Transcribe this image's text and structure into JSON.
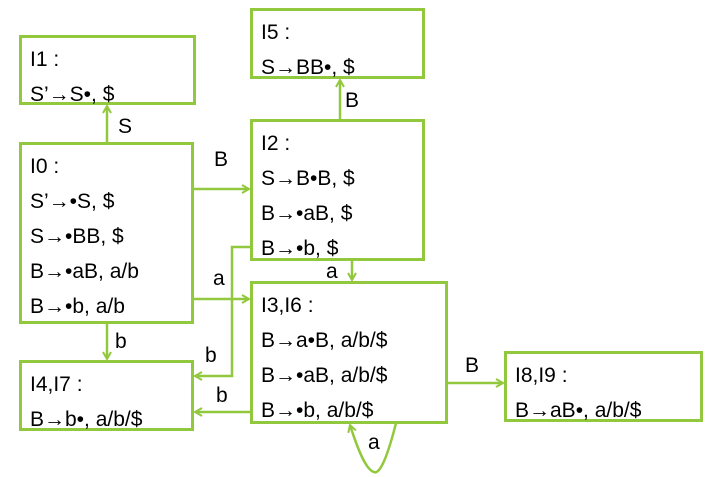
{
  "colors": {
    "edge": "#92c83e",
    "text": "#000000"
  },
  "states": [
    {
      "id": "I1",
      "title": "I1 :",
      "items": [
        "S’→S•, $"
      ]
    },
    {
      "id": "I5",
      "title": "I5 :",
      "items": [
        "S→BB•, $"
      ]
    },
    {
      "id": "I0",
      "title": "I0 :",
      "items": [
        "S’→•S, $",
        "S→•BB, $",
        "B→•aB, a/b",
        "B→•b, a/b"
      ]
    },
    {
      "id": "I2",
      "title": "I2 :",
      "items": [
        "S→B•B, $",
        "B→•aB, $",
        "B→•b, $"
      ]
    },
    {
      "id": "I36",
      "title": "I3,I6 :",
      "items": [
        "B→a•B, a/b/$",
        "B→•aB, a/b/$",
        "B→•b, a/b/$"
      ]
    },
    {
      "id": "I47",
      "title": "I4,I7 :",
      "items": [
        "B→b•, a/b/$"
      ]
    },
    {
      "id": "I89",
      "title": "I8,I9 :",
      "items": [
        "B→aB•, a/b/$"
      ]
    }
  ],
  "edges": [
    {
      "from": "I0",
      "to": "I1",
      "label": "S"
    },
    {
      "from": "I0",
      "to": "I2",
      "label": "B"
    },
    {
      "from": "I2",
      "to": "I5",
      "label": "B"
    },
    {
      "from": "I0",
      "to": "I36",
      "label": "a"
    },
    {
      "from": "I2",
      "to": "I47",
      "label": "b"
    },
    {
      "from": "I0",
      "to": "I47",
      "label": "b"
    },
    {
      "from": "I36",
      "to": "I47",
      "label": "b"
    },
    {
      "from": "I2",
      "to": "I36",
      "label": "a"
    },
    {
      "from": "I36",
      "to": "I89",
      "label": "B"
    },
    {
      "from": "I36",
      "to": "I36",
      "label": "a"
    }
  ]
}
